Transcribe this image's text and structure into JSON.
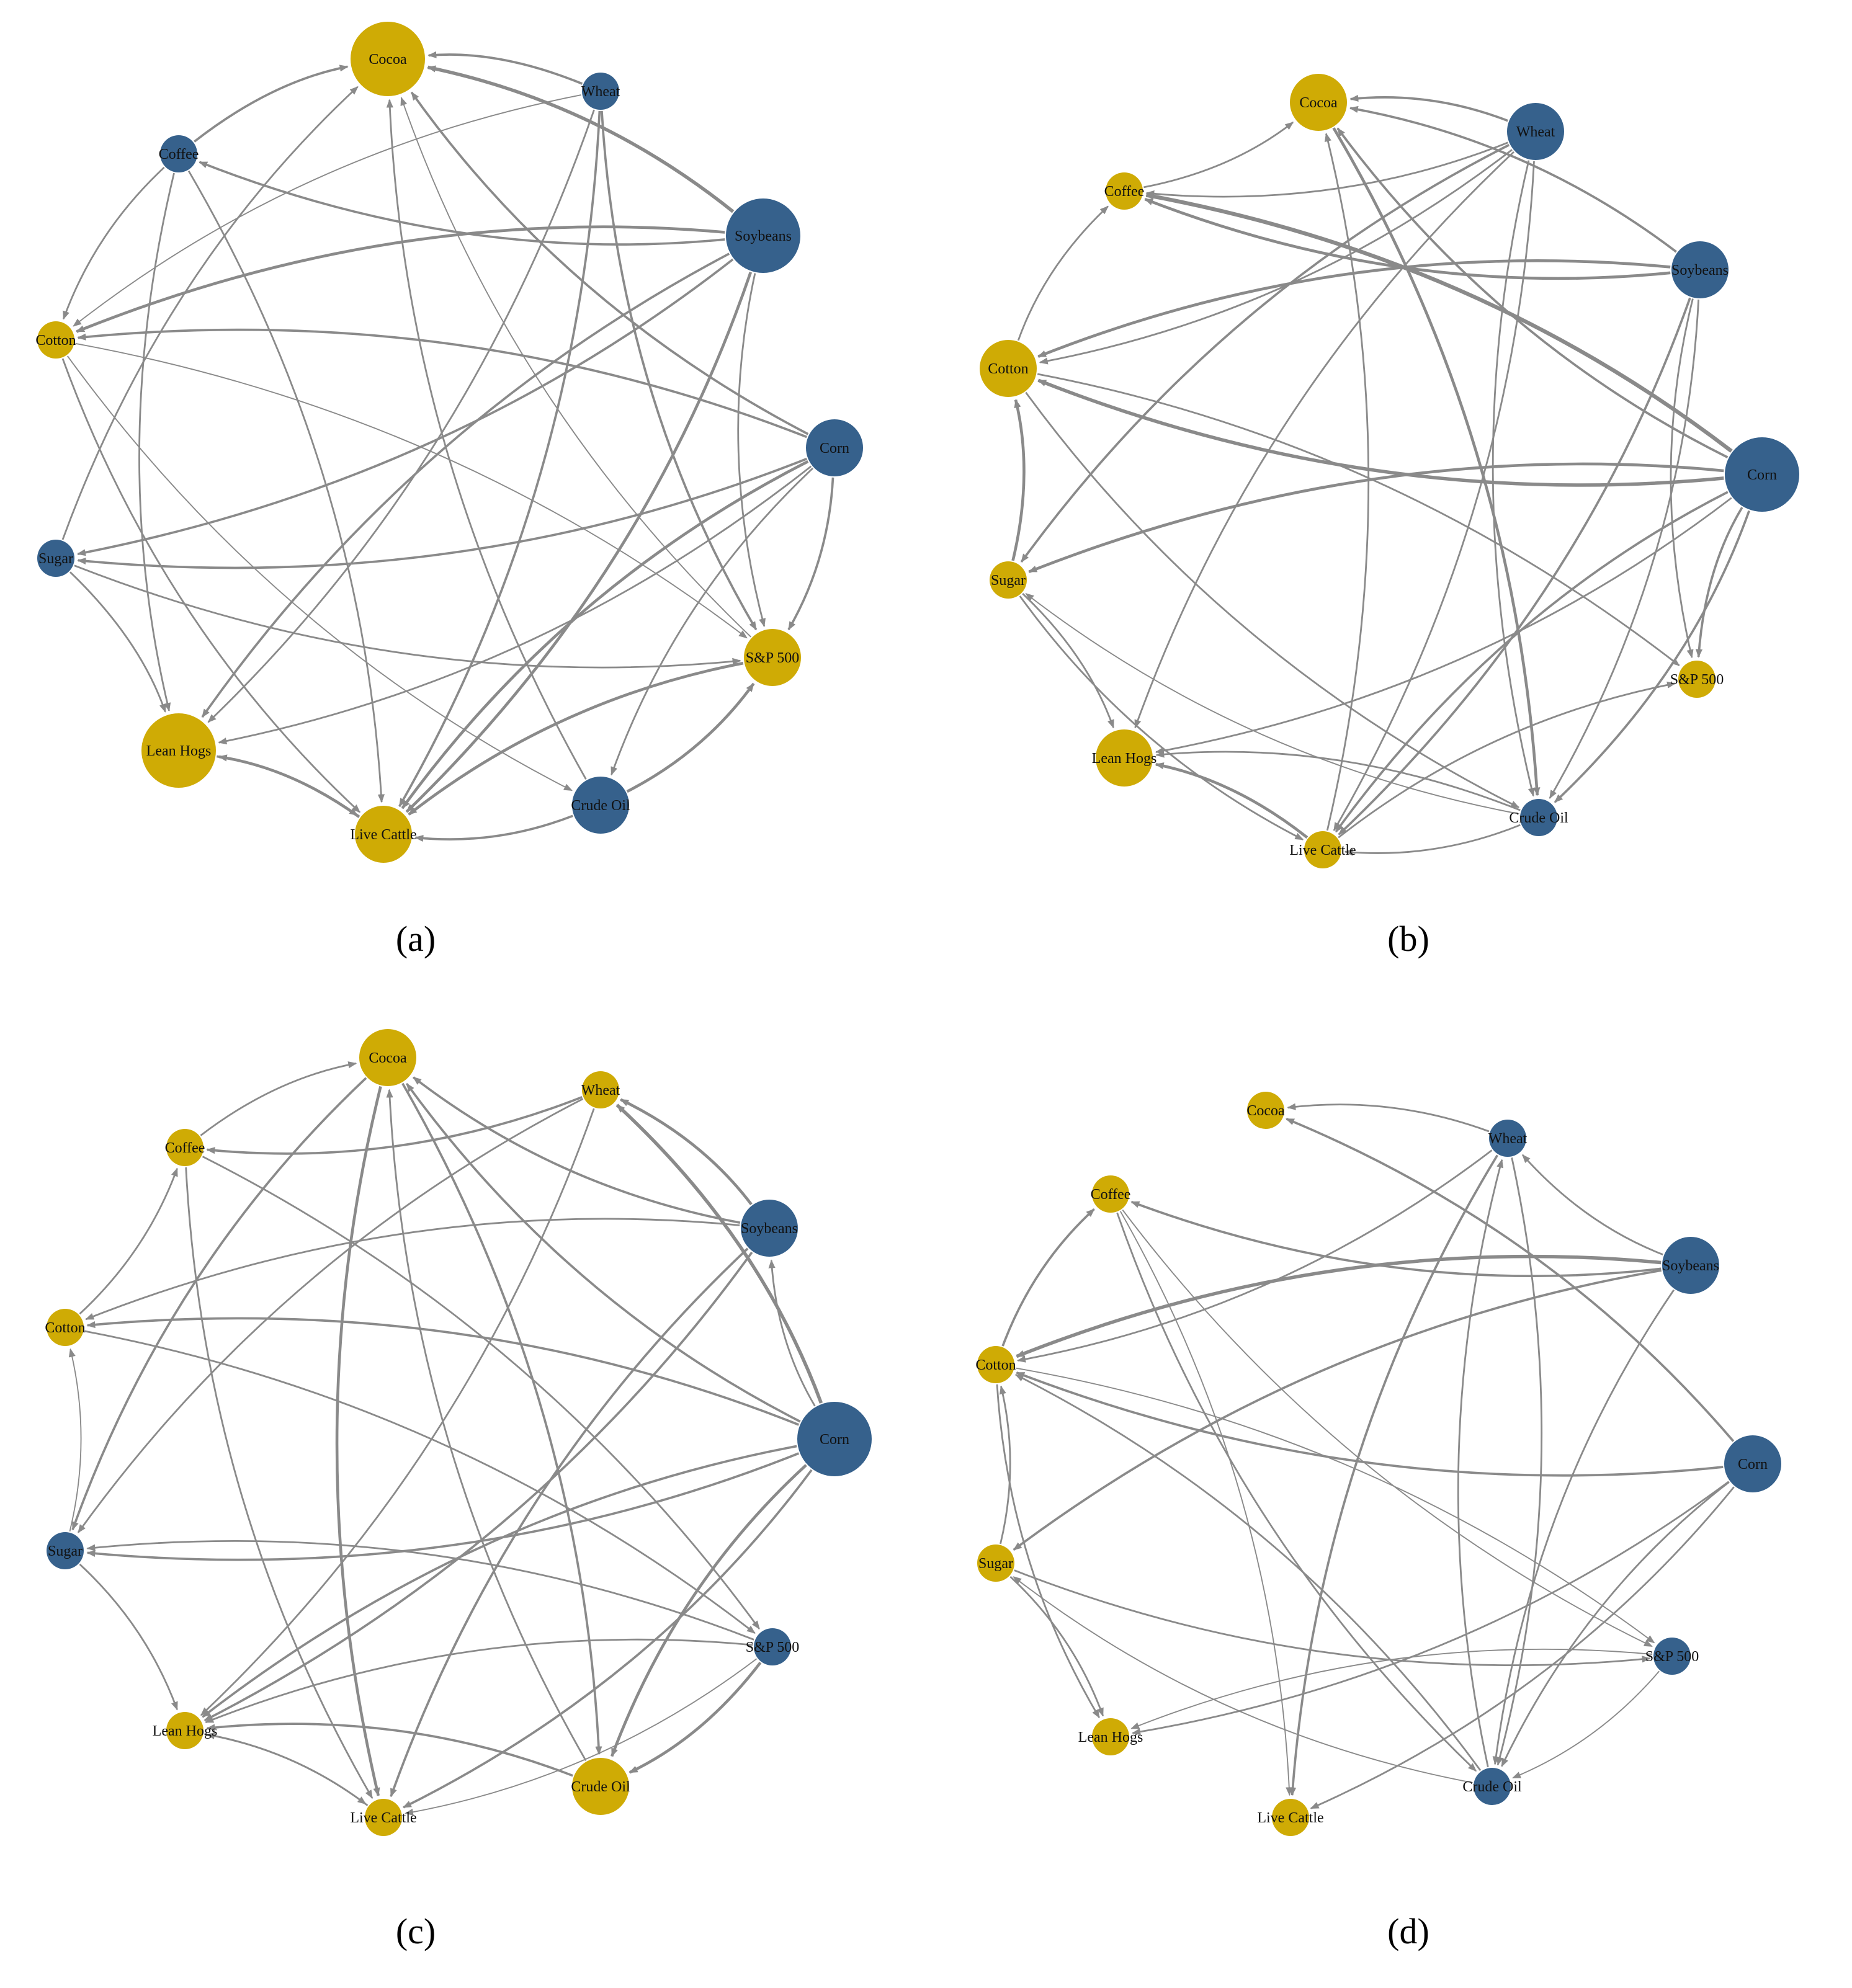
{
  "colors": {
    "blue": "#36618c",
    "gold": "#cfab05",
    "edge": "#8a8a8a"
  },
  "panels": [
    {
      "caption": "(a)",
      "nodes": [
        {
          "id": "cocoa",
          "label": "Cocoa",
          "color": "gold",
          "size": "large"
        },
        {
          "id": "wheat",
          "label": "Wheat",
          "color": "blue",
          "size": "small"
        },
        {
          "id": "soybeans",
          "label": "Soybeans",
          "color": "blue",
          "size": "large"
        },
        {
          "id": "corn",
          "label": "Corn",
          "color": "blue",
          "size": "medium"
        },
        {
          "id": "sp500",
          "label": "S&P 500",
          "color": "gold",
          "size": "medium"
        },
        {
          "id": "crudeoil",
          "label": "Crude Oil",
          "color": "blue",
          "size": "medium"
        },
        {
          "id": "livecattle",
          "label": "Live Cattle",
          "color": "gold",
          "size": "medium"
        },
        {
          "id": "leanhogs",
          "label": "Lean Hogs",
          "color": "gold",
          "size": "large"
        },
        {
          "id": "sugar",
          "label": "Sugar",
          "color": "blue",
          "size": "small"
        },
        {
          "id": "cotton",
          "label": "Cotton",
          "color": "gold",
          "size": "small"
        },
        {
          "id": "coffee",
          "label": "Coffee",
          "color": "blue",
          "size": "small"
        }
      ]
    },
    {
      "caption": "(b)",
      "nodes": [
        {
          "id": "cocoa",
          "label": "Cocoa",
          "color": "gold",
          "size": "medium"
        },
        {
          "id": "wheat",
          "label": "Wheat",
          "color": "blue",
          "size": "medium"
        },
        {
          "id": "soybeans",
          "label": "Soybeans",
          "color": "blue",
          "size": "medium"
        },
        {
          "id": "corn",
          "label": "Corn",
          "color": "blue",
          "size": "large"
        },
        {
          "id": "sp500",
          "label": "S&P 500",
          "color": "gold",
          "size": "small"
        },
        {
          "id": "crudeoil",
          "label": "Crude Oil",
          "color": "blue",
          "size": "small"
        },
        {
          "id": "livecattle",
          "label": "Live Cattle",
          "color": "gold",
          "size": "small"
        },
        {
          "id": "leanhogs",
          "label": "Lean Hogs",
          "color": "gold",
          "size": "medium"
        },
        {
          "id": "sugar",
          "label": "Sugar",
          "color": "gold",
          "size": "small"
        },
        {
          "id": "cotton",
          "label": "Cotton",
          "color": "gold",
          "size": "medium"
        },
        {
          "id": "coffee",
          "label": "Coffee",
          "color": "gold",
          "size": "small"
        }
      ]
    },
    {
      "caption": "(c)",
      "nodes": [
        {
          "id": "cocoa",
          "label": "Cocoa",
          "color": "gold",
          "size": "medium"
        },
        {
          "id": "wheat",
          "label": "Wheat",
          "color": "gold",
          "size": "small"
        },
        {
          "id": "soybeans",
          "label": "Soybeans",
          "color": "blue",
          "size": "medium"
        },
        {
          "id": "corn",
          "label": "Corn",
          "color": "blue",
          "size": "large"
        },
        {
          "id": "sp500",
          "label": "S&P 500",
          "color": "blue",
          "size": "small"
        },
        {
          "id": "crudeoil",
          "label": "Crude Oil",
          "color": "gold",
          "size": "medium"
        },
        {
          "id": "livecattle",
          "label": "Live Cattle",
          "color": "gold",
          "size": "small"
        },
        {
          "id": "leanhogs",
          "label": "Lean Hogs",
          "color": "gold",
          "size": "small"
        },
        {
          "id": "sugar",
          "label": "Sugar",
          "color": "blue",
          "size": "small"
        },
        {
          "id": "cotton",
          "label": "Cotton",
          "color": "gold",
          "size": "small"
        },
        {
          "id": "coffee",
          "label": "Coffee",
          "color": "gold",
          "size": "small"
        }
      ]
    },
    {
      "caption": "(d)",
      "nodes": [
        {
          "id": "cocoa",
          "label": "Cocoa",
          "color": "gold",
          "size": "small"
        },
        {
          "id": "wheat",
          "label": "Wheat",
          "color": "blue",
          "size": "small"
        },
        {
          "id": "soybeans",
          "label": "Soybeans",
          "color": "blue",
          "size": "medium"
        },
        {
          "id": "corn",
          "label": "Corn",
          "color": "blue",
          "size": "medium"
        },
        {
          "id": "sp500",
          "label": "S&P 500",
          "color": "blue",
          "size": "small"
        },
        {
          "id": "crudeoil",
          "label": "Crude Oil",
          "color": "blue",
          "size": "small"
        },
        {
          "id": "livecattle",
          "label": "Live Cattle",
          "color": "gold",
          "size": "small"
        },
        {
          "id": "leanhogs",
          "label": "Lean Hogs",
          "color": "gold",
          "size": "small"
        },
        {
          "id": "sugar",
          "label": "Sugar",
          "color": "gold",
          "size": "small"
        },
        {
          "id": "cotton",
          "label": "Cotton",
          "color": "gold",
          "size": "small"
        },
        {
          "id": "coffee",
          "label": "Coffee",
          "color": "gold",
          "size": "small"
        }
      ]
    }
  ]
}
